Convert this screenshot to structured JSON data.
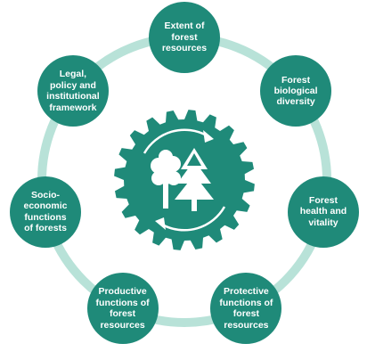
{
  "diagram": {
    "colors": {
      "primary": "#1f8a79",
      "ring": "#b8e2d8",
      "icon": "#ffffff"
    },
    "center": {
      "icon": "forest-trees-icon",
      "decoration": "gear-with-cycle-arrows"
    },
    "nodes": [
      {
        "label": "Extent of\nforest\nresources"
      },
      {
        "label": "Forest\nbiological\ndiversity"
      },
      {
        "label": "Forest\nhealth and\nvitality"
      },
      {
        "label": "Protective\nfunctions of\nforest\nresources"
      },
      {
        "label": "Productive\nfunctions of\nforest\nresources"
      },
      {
        "label": "Socio-\neconomic\nfunctions\nof forests"
      },
      {
        "label": "Legal,\npolicy and\ninstitutional\nframework"
      }
    ]
  }
}
